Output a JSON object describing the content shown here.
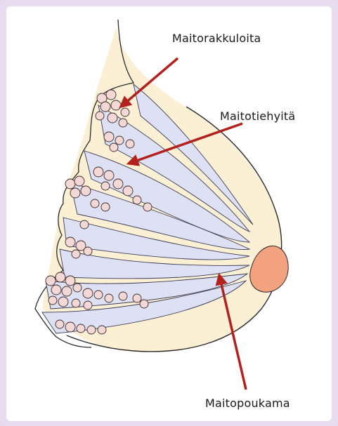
{
  "labels": {
    "alveoli": "Maitorakkuloita",
    "ducts": "Maitotiehyitä",
    "sinus": "Maitopoukama"
  },
  "colors": {
    "arrow": "#b3211f",
    "skin": "#fbefd4",
    "duct_fill": "#dde1f3",
    "alveoli_fill": "#f3d8d6",
    "nipple": "#f2a27e",
    "outline": "#2a2a2a"
  }
}
